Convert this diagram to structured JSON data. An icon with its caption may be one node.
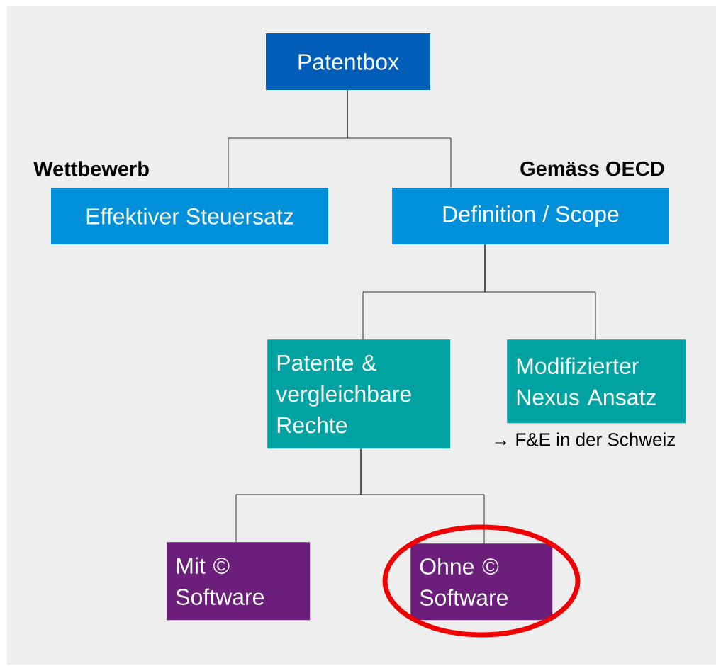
{
  "diagram": {
    "nodes": [
      {
        "text": [
          "Patentbox"
        ]
      },
      {
        "text": [
          "Wettbewerb",
          "Effektiver Steuersatz"
        ]
      },
      {
        "text": [
          "Gemäss OECD",
          "Definition / Scope"
        ]
      },
      {
        "text": [
          "Patente & vergleichbare Rechte"
        ]
      },
      {
        "text": [
          "Modifizierter Nexus Ansatz"
        ],
        "beside": [
          "→ F&E in der Schweiz"
        ]
      },
      {
        "text": [
          "Mit © Software"
        ]
      },
      {
        "text": [
          "Ohne © Software"
        ]
      }
    ],
    "edges": [
      {
        "from": 0,
        "to": 1,
        "arrow": "none"
      },
      {
        "from": 0,
        "to": 2,
        "arrow": "none"
      },
      {
        "from": 2,
        "to": 3,
        "arrow": "none"
      },
      {
        "from": 2,
        "to": 4,
        "arrow": "none"
      },
      {
        "from": 3,
        "to": 5,
        "arrow": "none"
      },
      {
        "from": 3,
        "to": 6,
        "arrow": "none"
      }
    ]
  }
}
